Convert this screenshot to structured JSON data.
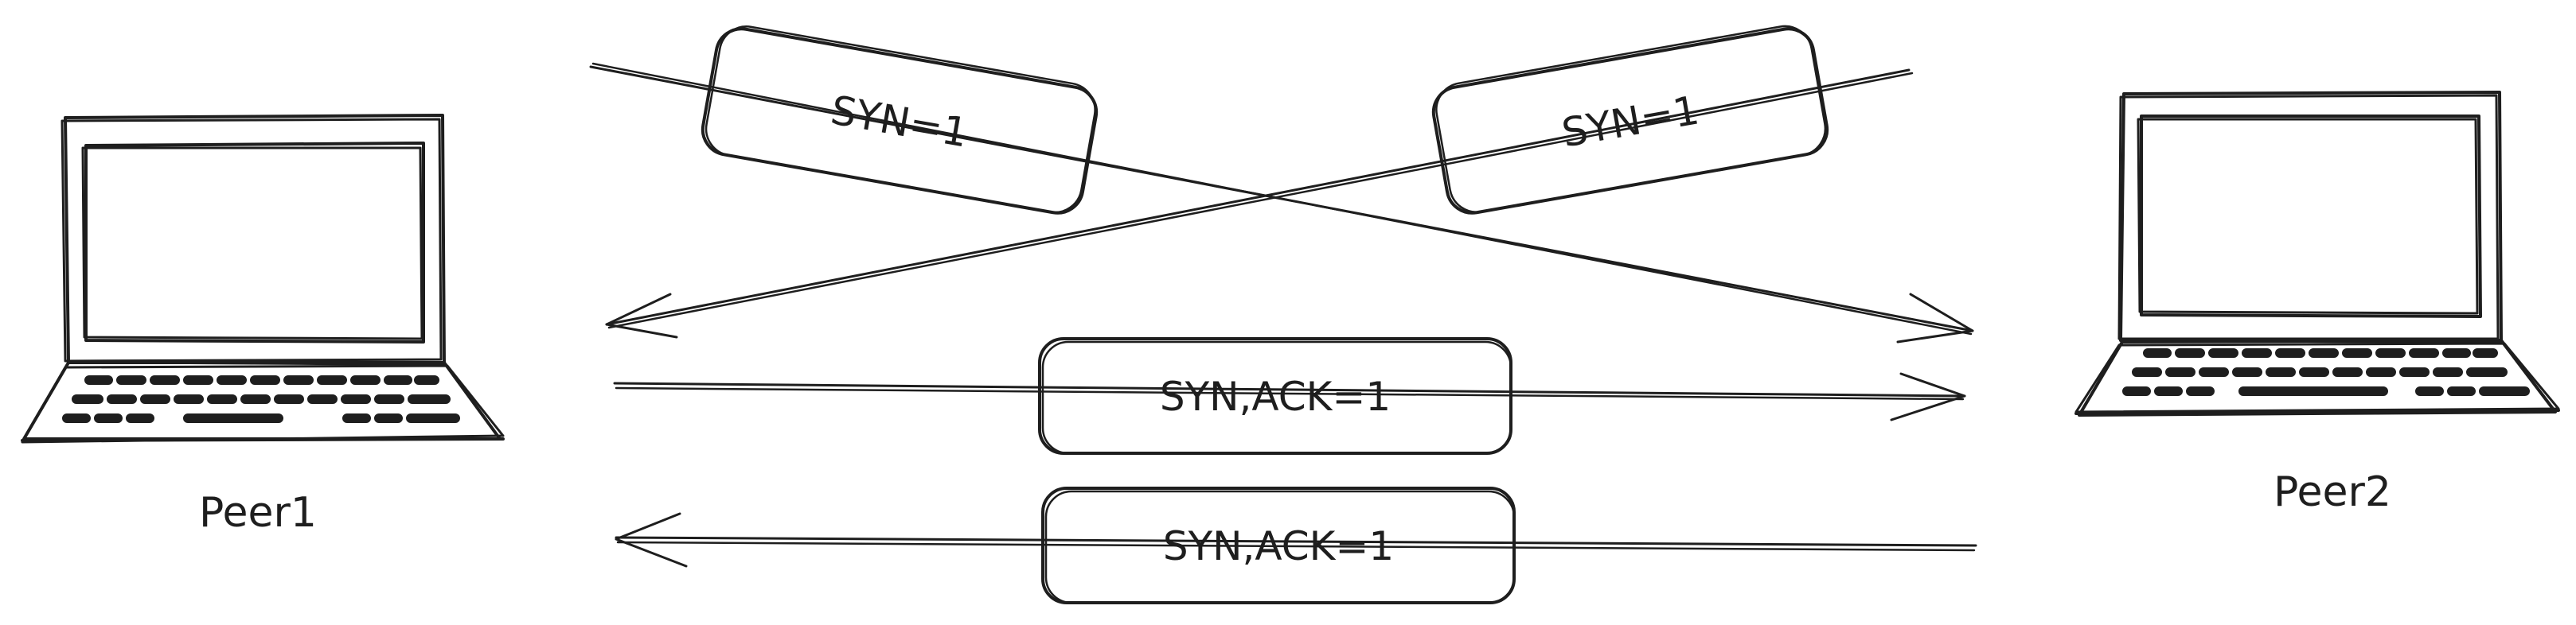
{
  "peers": {
    "peer1": {
      "label": "Peer1"
    },
    "peer2": {
      "label": "Peer2"
    }
  },
  "messages": {
    "syn_from_peer1": {
      "label": "SYN=1"
    },
    "syn_from_peer2": {
      "label": "SYN=1"
    },
    "synack_to_peer2": {
      "label": "SYN,ACK=1"
    },
    "synack_to_peer1": {
      "label": "SYN,ACK=1"
    }
  },
  "colors": {
    "ink": "#1e1e1e",
    "background": "#ffffff"
  }
}
